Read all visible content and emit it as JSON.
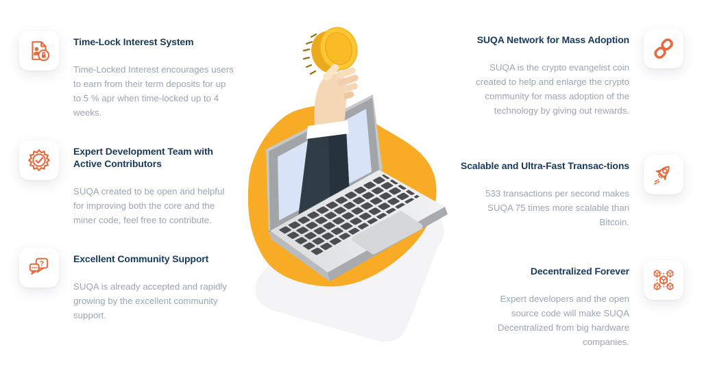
{
  "colors": {
    "accent_orange": "#e7693c",
    "title_navy": "#17395c",
    "body_gray": "#9aa6b4",
    "blob_yellow": "#f8ab24",
    "slab_gray": "#f4f4f6",
    "coin_gold": "#fcc733"
  },
  "features_left": [
    {
      "icon": "document-user-lock-icon",
      "title": "Time-Lock Interest System",
      "body": "Time-Locked Interest encourages users to earn from their term deposits for up to 5 % apr when time-locked up to 4 weeks."
    },
    {
      "icon": "badge-check-icon",
      "title": "Expert Development Team with Active Contributors",
      "body": "SUQA created to be open and helpful for improving both the core and the miner code, feel free to contribute."
    },
    {
      "icon": "chat-question-icon",
      "title": "Excellent Community Support",
      "body": "SUQA is already accepted and rapidly growing by the excellent community support."
    }
  ],
  "features_right": [
    {
      "icon": "chain-link-icon",
      "title": "SUQA Network for Mass Adoption",
      "body": "SUQA is the crypto evangelist coin created to help and enlarge the crypto community for mass adoption of the technology by giving out rewards."
    },
    {
      "icon": "rocket-icon",
      "title": "Scalable and Ultra-Fast Transac-tions",
      "body": "533 transactions per second makes SUQA 75 times more scalable than Bitcoin."
    },
    {
      "icon": "cube-network-icon",
      "title": "Decentralized Forever",
      "body": "Expert developers and the open source code will make SUQA Decentralized from big hardware companies."
    }
  ],
  "illustration": {
    "name": "hand-coin-laptop"
  }
}
